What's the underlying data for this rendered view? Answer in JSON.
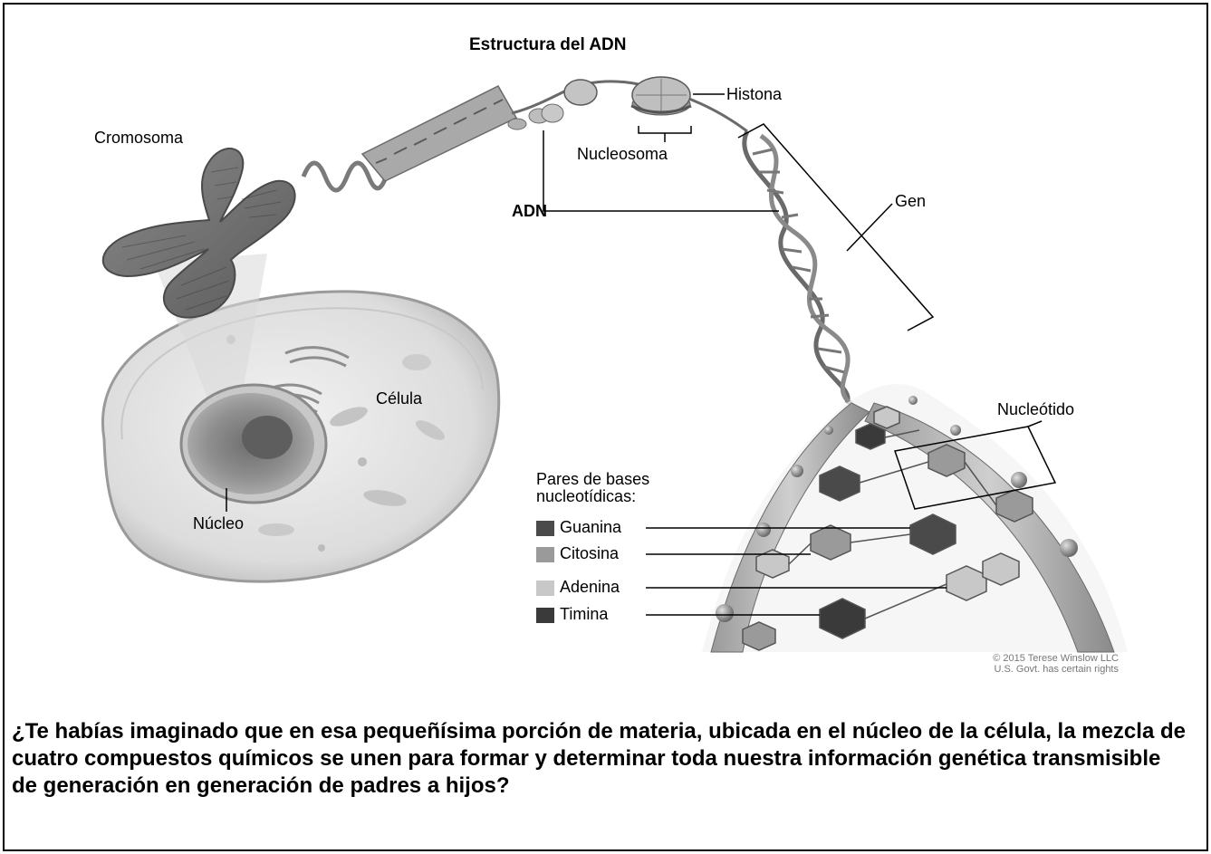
{
  "figure": {
    "title": "Estructura del ADN",
    "labels": {
      "histona": "Histona",
      "nucleosoma": "Nucleosoma",
      "cromosoma": "Cromosoma",
      "adn": "ADN",
      "gen": "Gen",
      "celula": "Célula",
      "nucleo": "Núcleo",
      "nucleotido": "Nucleótido"
    },
    "legend": {
      "heading_line1": "Pares de bases",
      "heading_line2": "nucleotídicas:",
      "items": [
        {
          "label": "Guanina",
          "color": "#4a4a4a"
        },
        {
          "label": "Citosina",
          "color": "#9a9a9a"
        },
        {
          "label": "Adenina",
          "color": "#c8c8c8"
        },
        {
          "label": "Timina",
          "color": "#3a3a3a"
        }
      ]
    },
    "credit_line1": "© 2015 Terese Winslow LLC",
    "credit_line2": "U.S. Govt. has certain rights"
  },
  "caption": "¿Te habías imaginado que en esa pequeñísima porción de materia, ubicada en el núcleo de la célula, la mezcla de cuatro compuestos químicos se unen para formar y determinar toda nuestra información genética transmisible de generación en generación de padres a hijos?"
}
